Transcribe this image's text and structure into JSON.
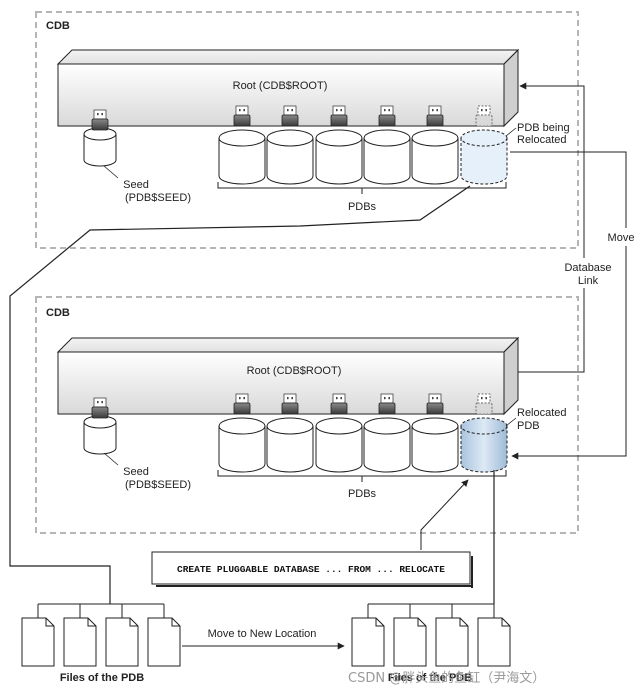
{
  "top_cdb": {
    "label": "CDB",
    "root_label": "Root (CDB$ROOT)",
    "seed_label_line1": "Seed",
    "seed_label_line2": "(PDB$SEED)",
    "pdbs_label": "PDBs",
    "relocating_line1": "PDB being",
    "relocating_line2": "Relocated"
  },
  "bottom_cdb": {
    "label": "CDB",
    "root_label": "Root (CDB$ROOT)",
    "seed_label_line1": "Seed",
    "seed_label_line2": "(PDB$SEED)",
    "pdbs_label": "PDBs",
    "relocated_line1": "Relocated",
    "relocated_line2": "PDB"
  },
  "link": {
    "move_label": "Move",
    "db_link_line1": "Database",
    "db_link_line2": "Link"
  },
  "command": {
    "text": "CREATE PLUGGABLE DATABASE ... FROM ... RELOCATE"
  },
  "files": {
    "left_label": "Files of the PDB",
    "right_label": "Files of the PDB",
    "move_label": "Move to New Location"
  },
  "watermark": "CSDN @胖头鱼的鱼缸（尹海文）",
  "colors": {
    "line": "#222222",
    "dashed_border": "#b5b5b5",
    "root_gradient_start": "#fafafa",
    "root_gradient_end": "#dcdcdc",
    "relocated_fill": "#bcd3e8",
    "relocating_fill": "#e8f1fa"
  }
}
